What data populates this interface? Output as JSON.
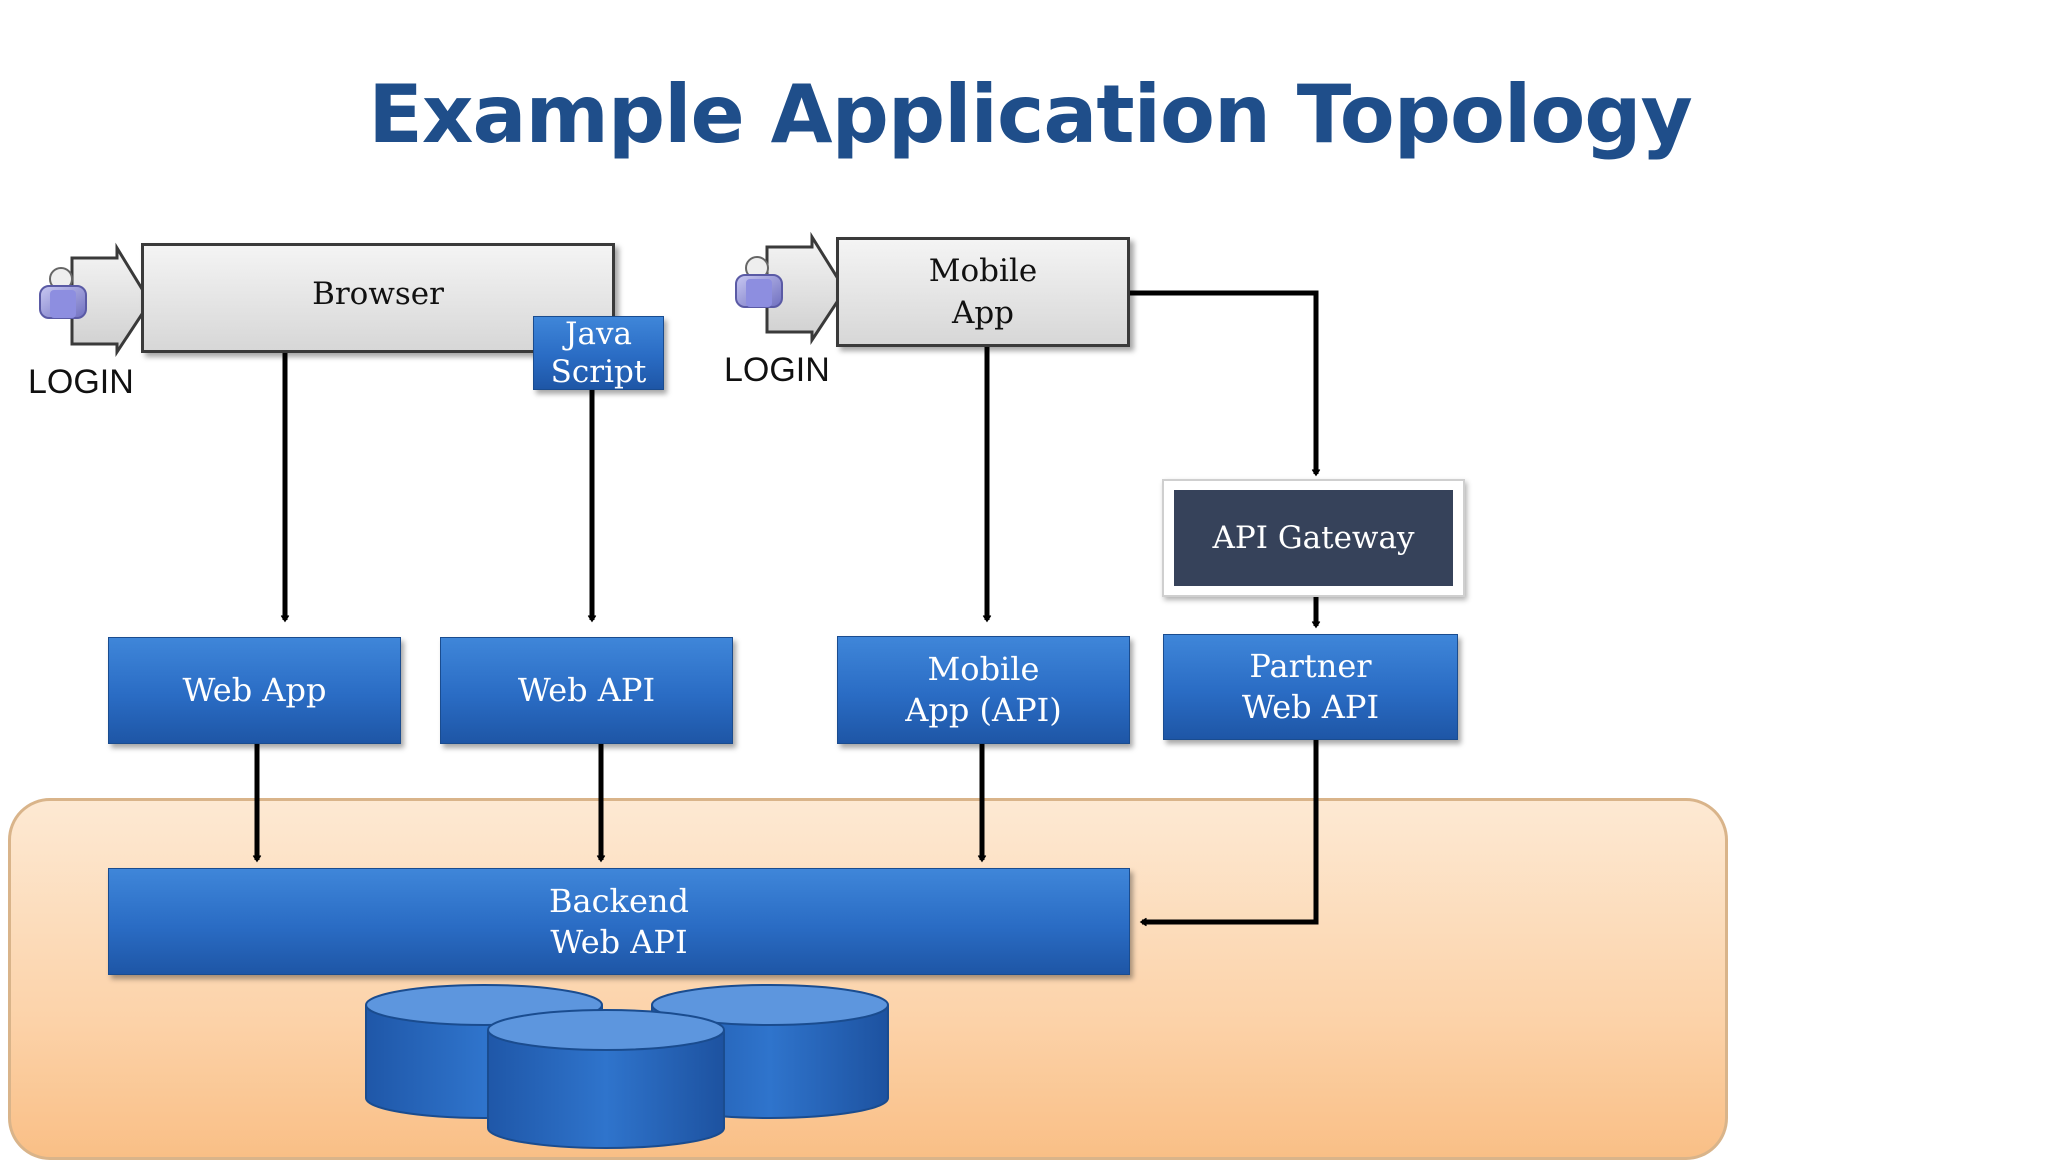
{
  "title": "Example Application Topology",
  "clients": {
    "browser": {
      "label": "Browser",
      "badge_line1": "Java",
      "badge_line2": "Script",
      "login": "LOGIN"
    },
    "mobile": {
      "line1": "Mobile",
      "line2": "App",
      "login": "LOGIN"
    }
  },
  "gateway": {
    "label": "API Gateway"
  },
  "services": {
    "web_app": "Web App",
    "web_api": "Web API",
    "mobile_api": {
      "line1": "Mobile",
      "line2": "App (API)"
    },
    "partner_api": {
      "line1": "Partner",
      "line2": "Web API"
    }
  },
  "backend": {
    "line1": "Backend",
    "line2": "Web API"
  },
  "colors": {
    "title": "#1f4e8a",
    "service_blue": "#2a6cc4",
    "gateway_dark": "#36425a",
    "backend_region": "#fcd3aa",
    "arrow": "#000000"
  }
}
